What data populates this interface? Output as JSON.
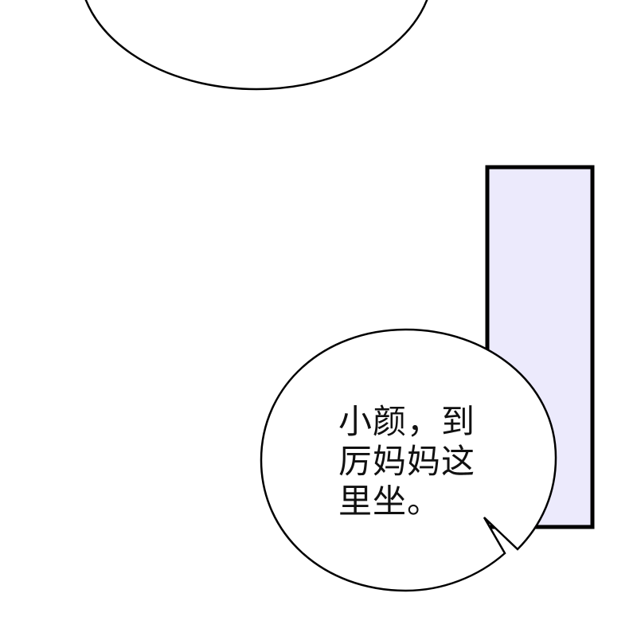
{
  "panel": {
    "background": "#ffffff",
    "top_bubble": {
      "shape": "ellipse-partial",
      "stroke": "#000000",
      "fill": "#ffffff"
    },
    "rectangle": {
      "fill": "#ECEAFC",
      "stroke": "#000000"
    },
    "speech_bubble": {
      "fill": "#ffffff",
      "stroke": "#000000",
      "lines": [
        "小颜，到",
        "厉妈妈这",
        "里坐。"
      ]
    }
  }
}
